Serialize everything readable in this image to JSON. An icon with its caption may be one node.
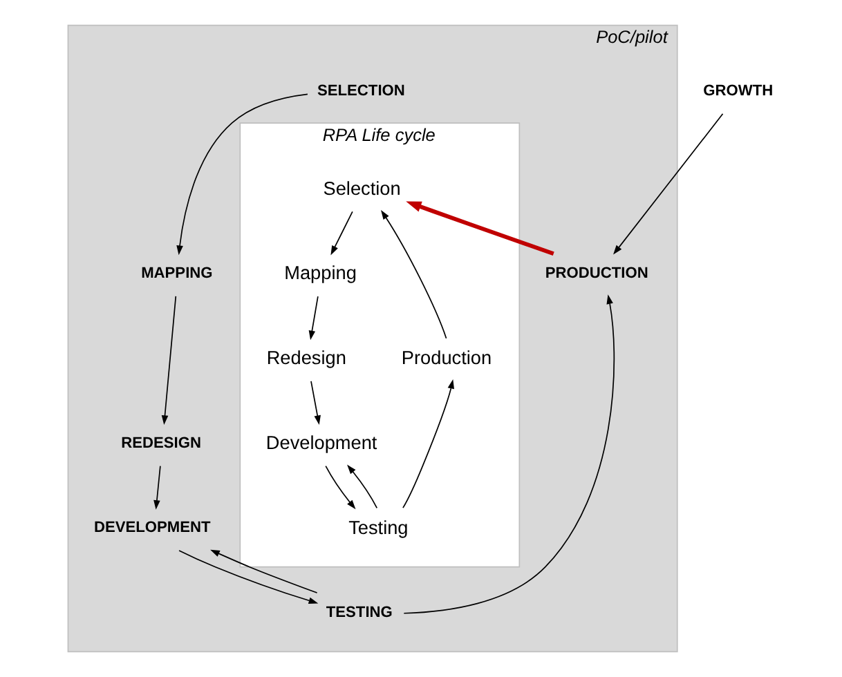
{
  "diagram": {
    "nodes": [
      {
        "text": [
          "PoC/pilot"
        ]
      },
      {
        "text": [
          "SELECTION"
        ],
        "in": 0
      },
      {
        "text": [
          "MAPPING"
        ],
        "in": 0
      },
      {
        "text": [
          "REDESIGN"
        ],
        "in": 0
      },
      {
        "text": [
          "DEVELOPMENT"
        ],
        "in": 0
      },
      {
        "text": [
          "TESTING"
        ],
        "in": 0
      },
      {
        "text": [
          "PRODUCTION"
        ],
        "in": 0
      },
      {
        "text": [
          "GROWTH"
        ]
      },
      {
        "text": [
          "RPA Life cycle"
        ],
        "in": 0
      },
      {
        "text": [
          "Selection"
        ],
        "in": 8
      },
      {
        "text": [
          "Mapping"
        ],
        "in": 8
      },
      {
        "text": [
          "Redesign"
        ],
        "in": 8
      },
      {
        "text": [
          "Development"
        ],
        "in": 8
      },
      {
        "text": [
          "Testing"
        ],
        "in": 8
      },
      {
        "text": [
          "Production"
        ],
        "in": 8
      }
    ],
    "edges": [
      {
        "from": 1,
        "to": 2,
        "arrow": "to"
      },
      {
        "from": 2,
        "to": 3,
        "arrow": "to"
      },
      {
        "from": 3,
        "to": 4,
        "arrow": "to"
      },
      {
        "from": 4,
        "to": 5,
        "arrow": "to"
      },
      {
        "from": 5,
        "to": 4,
        "arrow": "to"
      },
      {
        "from": 5,
        "to": 6,
        "arrow": "to"
      },
      {
        "from": 7,
        "to": 6,
        "arrow": "to"
      },
      {
        "from": 6,
        "to": 9,
        "arrow": "to",
        "style": "thick",
        "color": "#c00000"
      },
      {
        "from": 9,
        "to": 10,
        "arrow": "to"
      },
      {
        "from": 10,
        "to": 11,
        "arrow": "to"
      },
      {
        "from": 11,
        "to": 12,
        "arrow": "to"
      },
      {
        "from": 12,
        "to": 13,
        "arrow": "to"
      },
      {
        "from": 13,
        "to": 12,
        "arrow": "to"
      },
      {
        "from": 13,
        "to": 14,
        "arrow": "to"
      },
      {
        "from": 14,
        "to": 9,
        "arrow": "to"
      }
    ]
  }
}
